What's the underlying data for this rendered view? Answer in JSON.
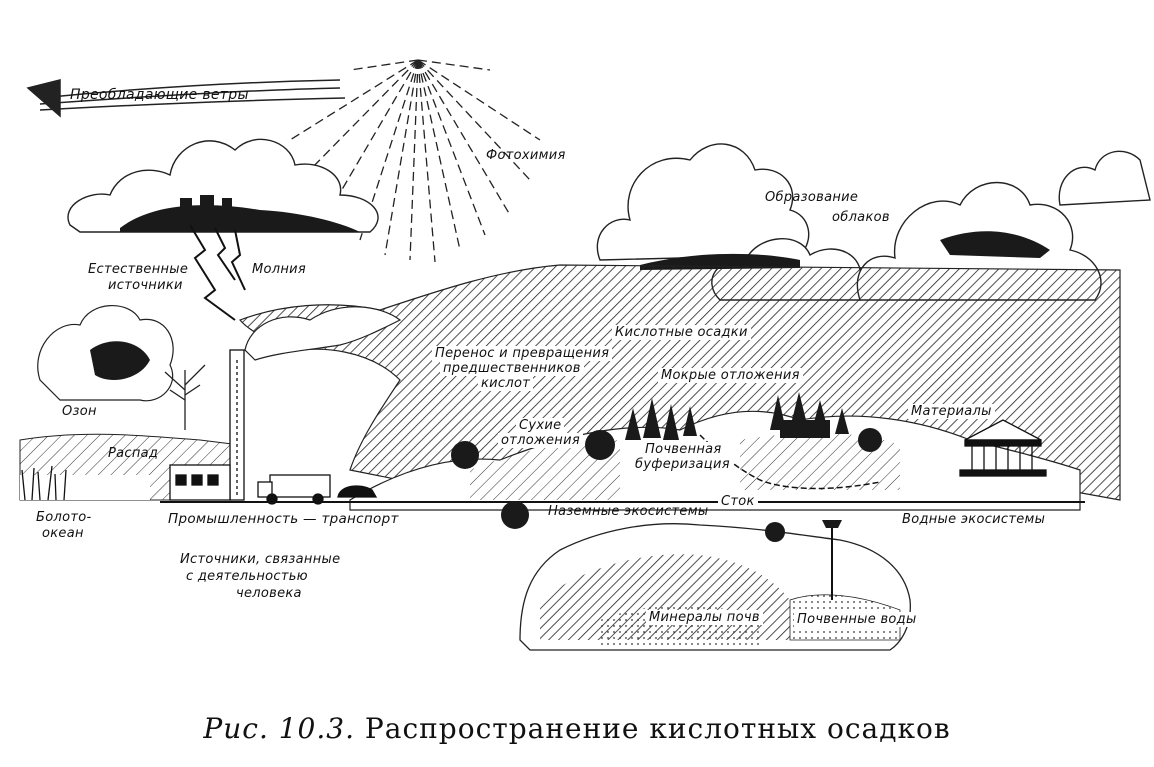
{
  "labels": {
    "winds": "Преобладающие ветры",
    "photochem": "Фотохимия",
    "clouds_1": "Образование",
    "clouds_2": "облаков",
    "natural_1": "Естественные",
    "natural_2": "источники",
    "lightning": "Молния",
    "acid_rain": "Кислотные осадки",
    "transport_1": "Перенос и превращения",
    "transport_2": "предшественников",
    "transport_3": "кислот",
    "wet_dep": "Мокрые отложения",
    "dry_dep_1": "Сухие",
    "dry_dep_2": "отложения",
    "soil_buf_1": "Почвенная",
    "soil_buf_2": "буферизация",
    "materials": "Материалы",
    "ozone": "Озон",
    "decay": "Распад",
    "runoff": "Сток",
    "swamp_1": "Болото-",
    "swamp_2": "океан",
    "industry": "Промышленность — транспорт",
    "human_1": "Источники, связанные",
    "human_2": "с деятельностью",
    "human_3": "человека",
    "terrestrial": "Наземные экосистемы",
    "aquatic": "Водные экосистемы",
    "soil_minerals": "Минералы почв",
    "soil_water": "Почвенные воды"
  },
  "caption": {
    "figure": "Рис. 10.3.",
    "title": "Распространение кислотных осадков"
  }
}
